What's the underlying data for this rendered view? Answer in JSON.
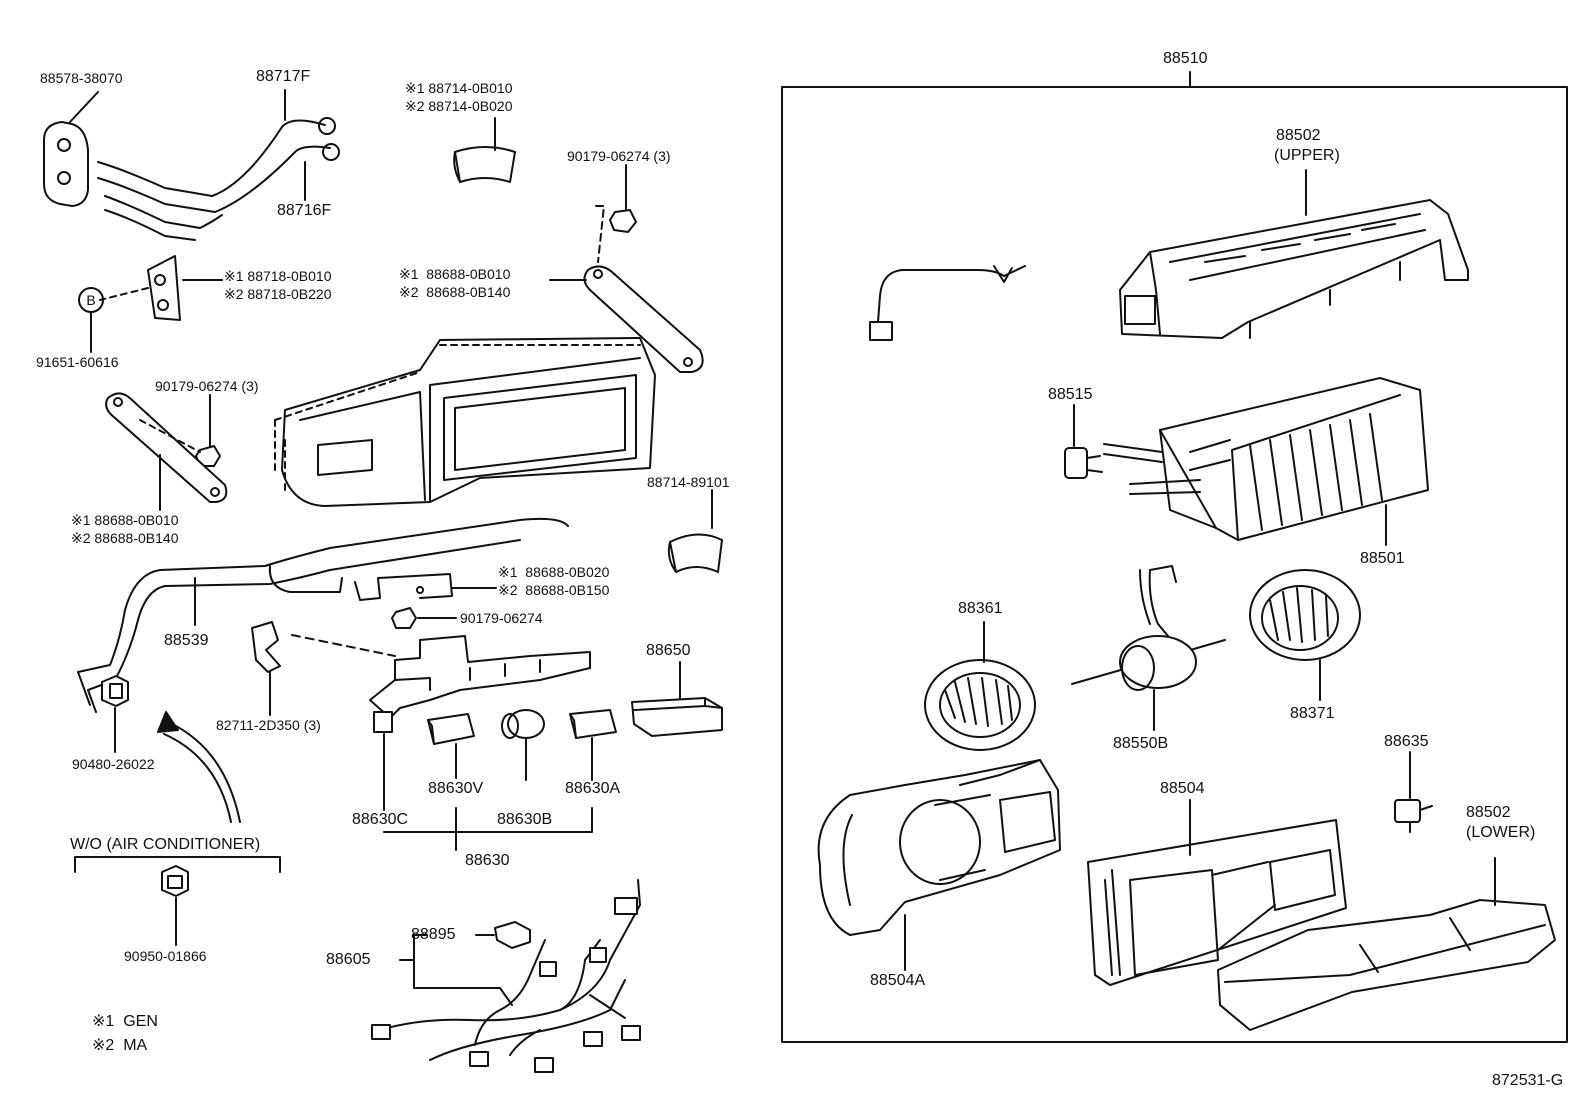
{
  "colors": {
    "ink": "#111111",
    "background": "#ffffff"
  },
  "labels": {
    "p88578": "88578-38070",
    "p88717f": "88717F",
    "p88716f": "88716F",
    "p88714_a1": "※1 88714-0B010",
    "p88714_a2": "※2 88714-0B020",
    "p90179_top": "90179-06274 (3)",
    "p88718_1": "※1 88718-0B010",
    "p88718_2": "※2 88718-0B220",
    "callout_b": "B",
    "p91651": "91651-60616",
    "p88688_top1": "※1  88688-0B010",
    "p88688_top2": "※2  88688-0B140",
    "p90179_mid": "90179-06274 (3)",
    "p88688_left1": "※1 88688-0B010",
    "p88688_left2": "※2 88688-0B140",
    "p88714_89101": "88714-89101",
    "p88688_b1": "※1  88688-0B020",
    "p88688_b2": "※2  88688-0B150",
    "p90179_low": "90179-06274",
    "p88539": "88539",
    "p82711": "82711-2D350 (3)",
    "p88650": "88650",
    "p90480": "90480-26022",
    "p88630v": "88630V",
    "p88630a": "88630A",
    "p88630c": "88630C",
    "p88630b": "88630B",
    "p88630": "88630",
    "wo_ac": "W/O (AIR CONDITIONER)",
    "p90950": "90950-01866",
    "p88605": "88605",
    "p88895": "88895",
    "note1": "※1  GEN",
    "note2": "※2  MA",
    "p88510": "88510",
    "p88502_upper_num": "88502",
    "p88502_upper_txt": "(UPPER)",
    "p88515": "88515",
    "p88501": "88501",
    "p88361": "88361",
    "p88550b": "88550B",
    "p88371": "88371",
    "p88635": "88635",
    "p88504": "88504",
    "p88502_lower_num": "88502",
    "p88502_lower_txt": "(LOWER)",
    "p88504a": "88504A",
    "figure_code": "872531-G"
  }
}
